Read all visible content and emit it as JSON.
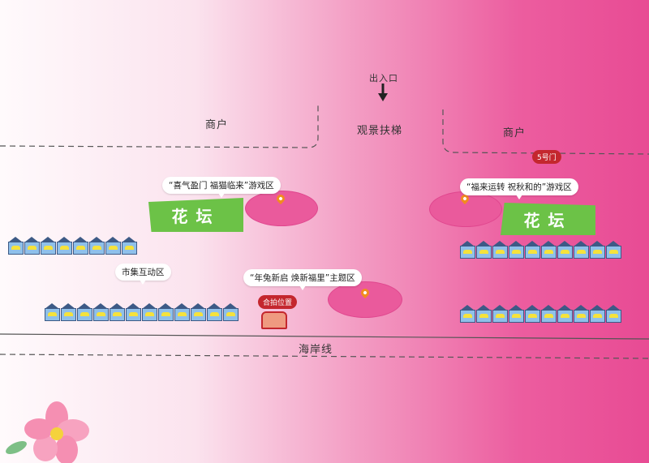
{
  "map": {
    "entrance": "出入口",
    "escalator": "观景扶梯",
    "shop_left": "商户",
    "shop_right": "商户",
    "gate_label": "5号门",
    "shoreline": "海岸线",
    "market": "市集互动区",
    "garden_left": "花坛",
    "garden_right": "花坛",
    "photo_spot": "合拍位置"
  },
  "zones": {
    "zone_left": "“喜气盈门 福猫临来”游戏区",
    "zone_right": "“福来运转 祝秋和的”游戏区",
    "zone_center": "“年兔新启 焕新福里”主题区"
  },
  "colors": {
    "zone": "#ea5a9c",
    "garden": "#6cc247",
    "stall_roof": "#3d5a86",
    "stall_wall": "#8fc0ea",
    "badge": "#c4272e",
    "pin": "#f28c1f"
  }
}
